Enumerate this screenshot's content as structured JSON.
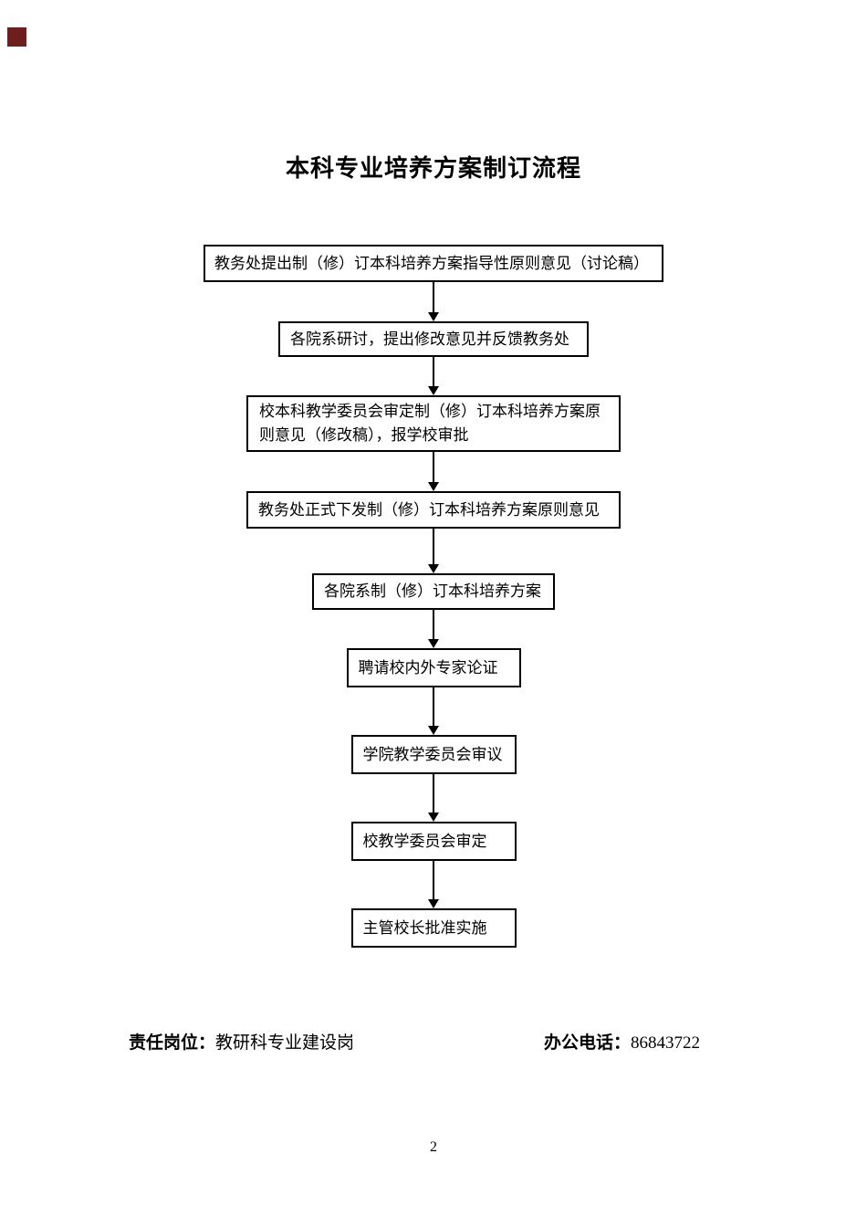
{
  "page": {
    "title": "本科专业培养方案制订流程",
    "page_number": "2",
    "marker_color": "#6d1f1f",
    "border_color": "#000000",
    "background_color": "#ffffff"
  },
  "flowchart": {
    "steps": [
      "教务处提出制（修）订本科培养方案指导性原则意见（讨论稿）",
      "各院系研讨，提出修改意见并反馈教务处",
      "校本科教学委员会审定制（修）订本科培养方案原则意见（修改稿），报学校审批",
      "教务处正式下发制（修）订本科培养方案原则意见",
      "各院系制（修）订本科培养方案",
      "聘请校内外专家论证",
      "学院教学委员会审议",
      "校教学委员会审定",
      "主管校长批准实施"
    ]
  },
  "footer": {
    "responsibility_label": "责任岗位：",
    "responsibility_value": "教研科专业建设岗",
    "phone_label": "办公电话：",
    "phone_value": "86843722"
  }
}
